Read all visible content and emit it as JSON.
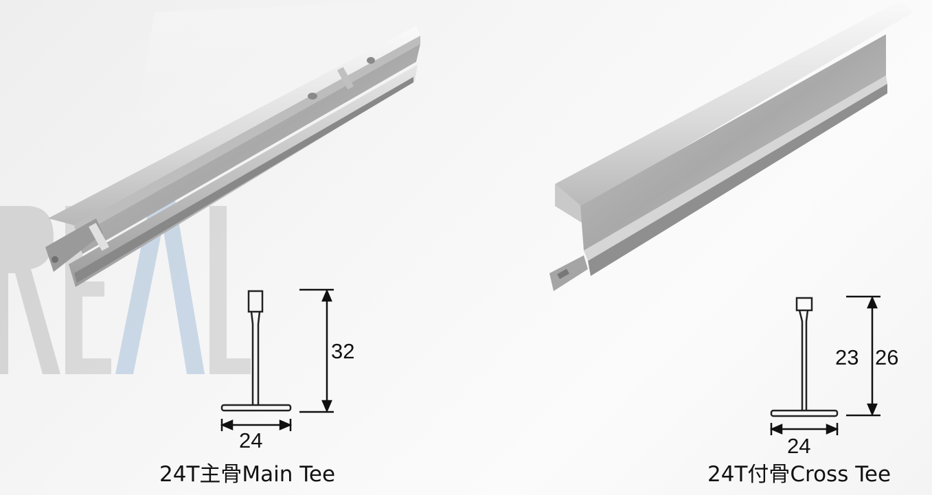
{
  "watermark": {
    "text": "REAL",
    "color": "#b9c9da"
  },
  "main_tee": {
    "height_label": "32",
    "width_label": "24",
    "caption": "24T主骨Main Tee"
  },
  "cross_tee": {
    "inner_height_label": "23",
    "outer_height_label": "26",
    "width_label": "24",
    "caption": "24T付骨Cross Tee"
  }
}
